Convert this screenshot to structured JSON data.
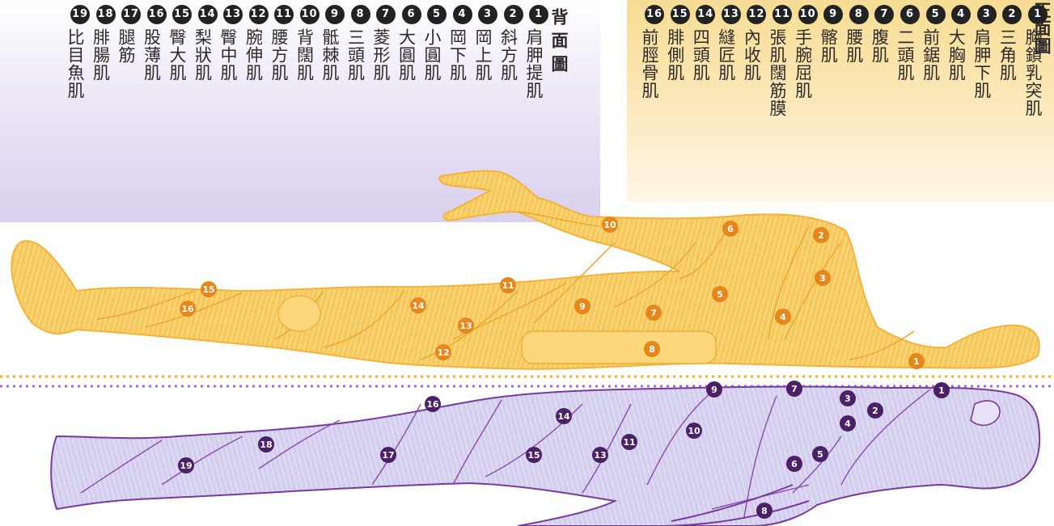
{
  "back_legend": {
    "title": "背面圖",
    "items": [
      {
        "num": "1",
        "label": "肩胛提肌"
      },
      {
        "num": "2",
        "label": "斜方肌"
      },
      {
        "num": "3",
        "label": "岡上肌"
      },
      {
        "num": "4",
        "label": "岡下肌"
      },
      {
        "num": "5",
        "label": "小圓肌"
      },
      {
        "num": "6",
        "label": "大圓肌"
      },
      {
        "num": "7",
        "label": "菱形肌"
      },
      {
        "num": "8",
        "label": "三頭肌"
      },
      {
        "num": "9",
        "label": "骶棘肌"
      },
      {
        "num": "10",
        "label": "背闊肌"
      },
      {
        "num": "11",
        "label": "腰方肌"
      },
      {
        "num": "12",
        "label": "腕伸肌"
      },
      {
        "num": "13",
        "label": "臀中肌"
      },
      {
        "num": "14",
        "label": "梨狀肌"
      },
      {
        "num": "15",
        "label": "臀大肌"
      },
      {
        "num": "16",
        "label": "股薄肌"
      },
      {
        "num": "17",
        "label": "腿筋"
      },
      {
        "num": "18",
        "label": "腓腸肌"
      },
      {
        "num": "19",
        "label": "比目魚肌"
      }
    ]
  },
  "front_legend": {
    "title": "正面圖",
    "items": [
      {
        "num": "1",
        "label": "胸鎖乳突肌"
      },
      {
        "num": "2",
        "label": "三角肌"
      },
      {
        "num": "3",
        "label": "肩胛下肌"
      },
      {
        "num": "4",
        "label": "大胸肌"
      },
      {
        "num": "5",
        "label": "前鋸肌"
      },
      {
        "num": "6",
        "label": "二頭肌"
      },
      {
        "num": "7",
        "label": "腹肌"
      },
      {
        "num": "8",
        "label": "腰肌"
      },
      {
        "num": "9",
        "label": "髂肌"
      },
      {
        "num": "10",
        "label": "手腕屈肌"
      },
      {
        "num": "11",
        "label": "張肌闊筋膜"
      },
      {
        "num": "12",
        "label": "內收肌"
      },
      {
        "num": "13",
        "label": "縫匠肌"
      },
      {
        "num": "14",
        "label": "四頭肌"
      },
      {
        "num": "15",
        "label": "腓側肌"
      },
      {
        "num": "16",
        "label": "前脛骨肌"
      }
    ]
  },
  "front_markers": [
    "1",
    "2",
    "3",
    "4",
    "5",
    "6",
    "7",
    "8",
    "9",
    "10",
    "11",
    "12",
    "13",
    "14",
    "15",
    "16"
  ],
  "back_markers": [
    "1",
    "2",
    "3",
    "4",
    "5",
    "6",
    "7",
    "8",
    "9",
    "10",
    "11",
    "13",
    "14",
    "15",
    "16",
    "17",
    "18",
    "19"
  ],
  "colors": {
    "front_figure": "#f9c85a",
    "front_figure_light": "#fde3a0",
    "front_marker": "#e7861b",
    "back_figure": "#d3cdee",
    "back_outline": "#7a3a9c",
    "back_marker": "#4b2066",
    "front_divider": "#f0b429",
    "back_divider": "#9b6fc0"
  }
}
